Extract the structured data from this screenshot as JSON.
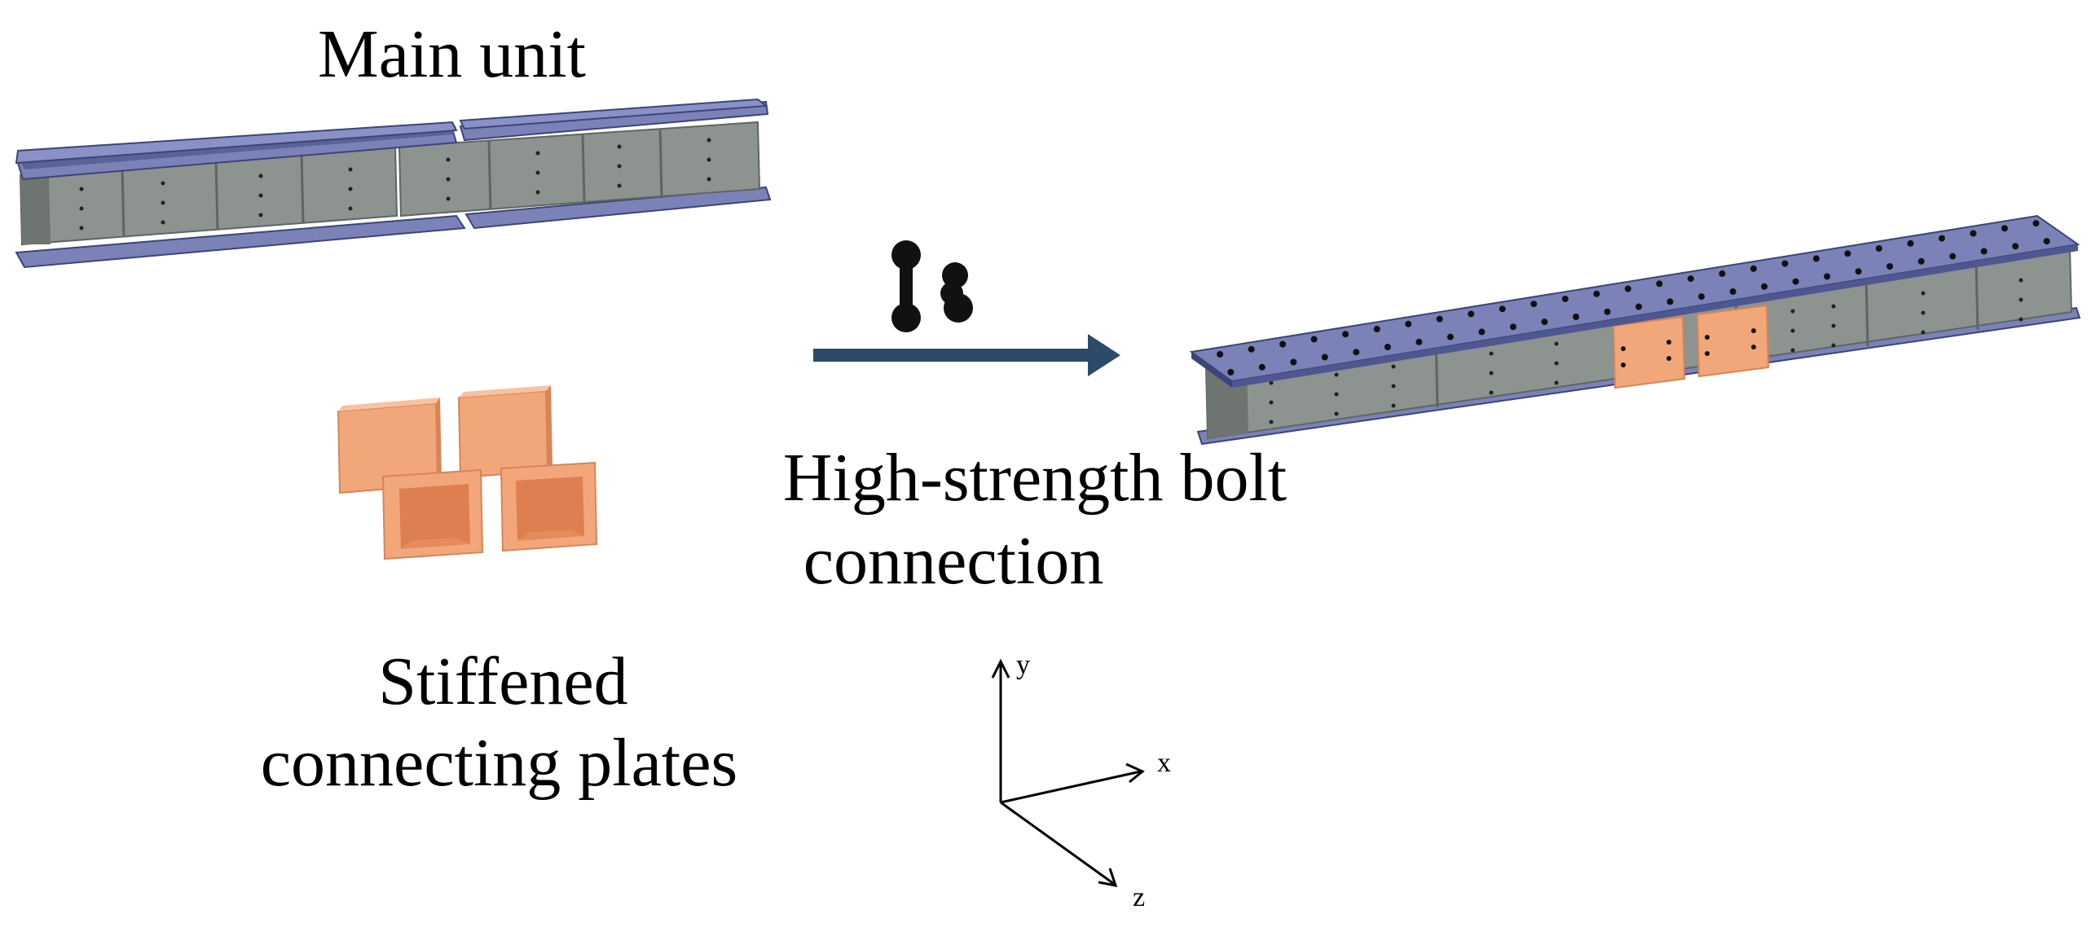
{
  "labels": {
    "main_unit": "Main unit",
    "stiffened_line1": "Stiffened",
    "stiffened_line2": "connecting plates",
    "bolt_line1": "High-strength bolt",
    "bolt_line2": "connection"
  },
  "axes": {
    "y": "y",
    "x": "x",
    "z": "z"
  },
  "colors": {
    "flange": "#7a82b8",
    "flange_dark": "#3d4478",
    "web": "#8d938f",
    "web_dark": "#5f6662",
    "plate": "#f2a77a",
    "plate_dark": "#d88458",
    "arrow": "#2d4a6b",
    "bolt": "#111111"
  },
  "icons": [
    "bolt-icon",
    "arrow-right-icon"
  ]
}
